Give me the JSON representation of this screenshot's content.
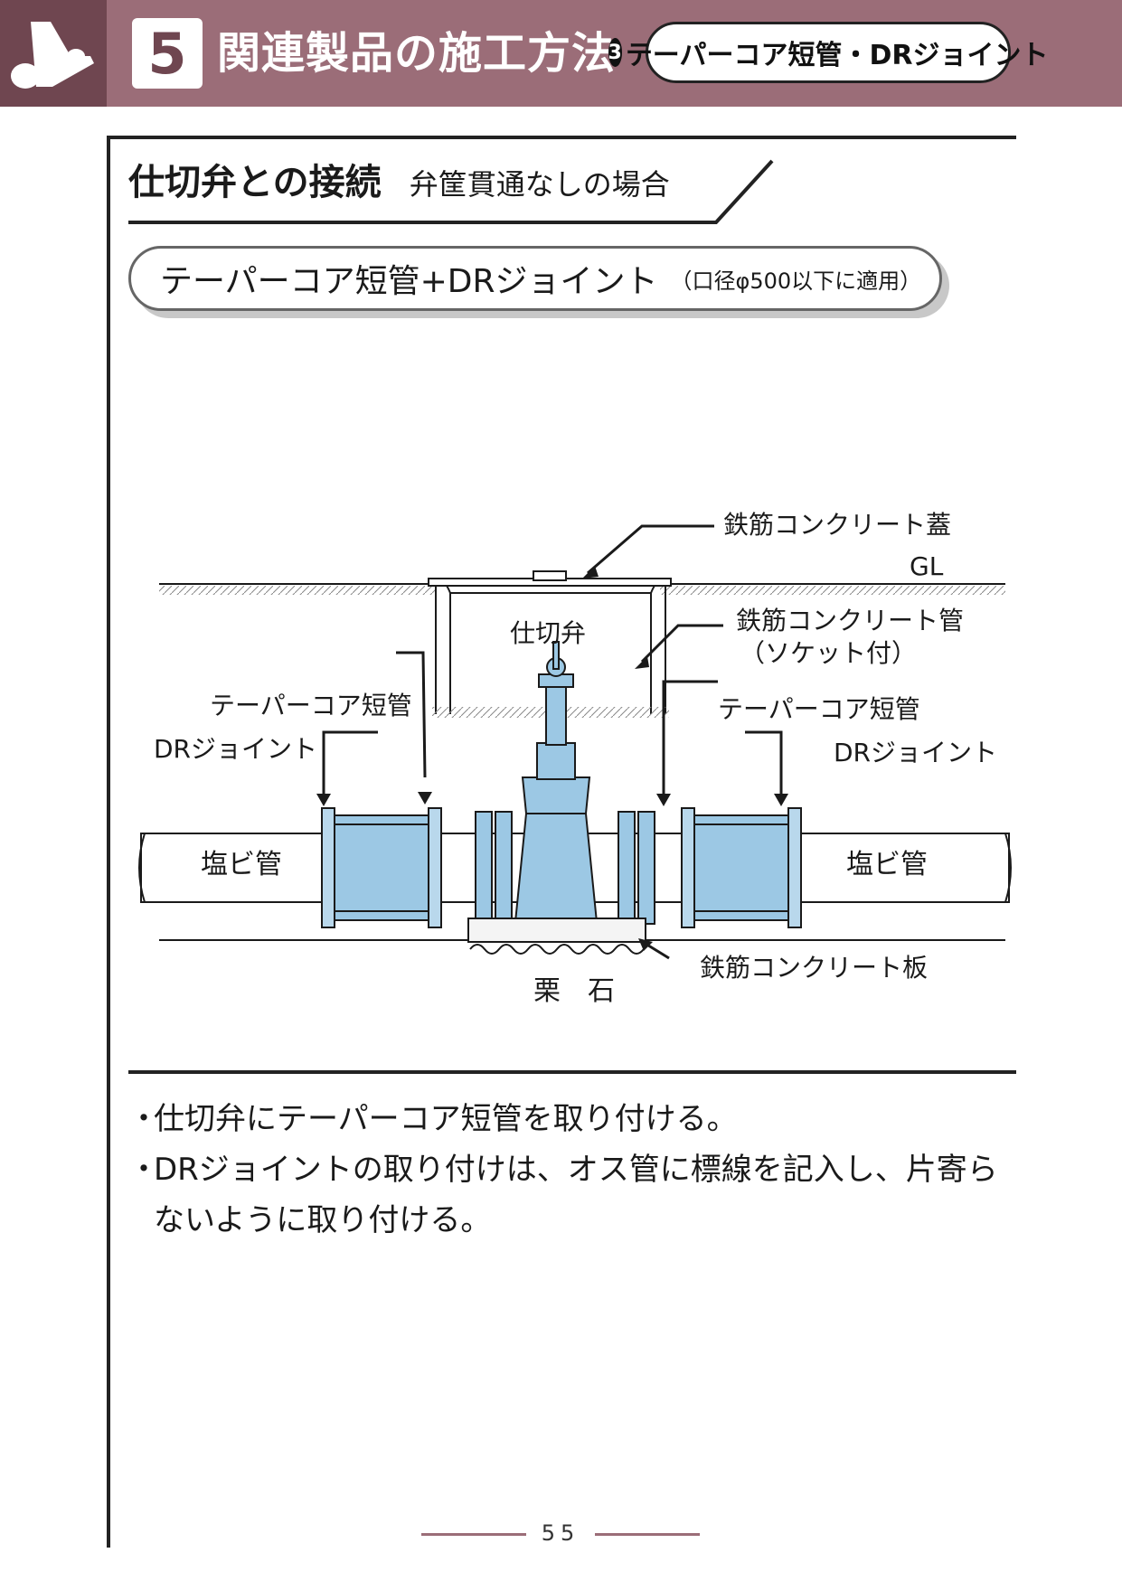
{
  "header": {
    "chapter_number": "5",
    "chapter_title": "関連製品の施工方法",
    "section_number": "3",
    "section_label": "テーパーコア短管・DRジョイント",
    "accent_color": "#9b6d78",
    "accent_dark": "#6f4650"
  },
  "section": {
    "title": "仕切弁との接続",
    "subtitle": "弁筐貫通なしの場合"
  },
  "subheading": {
    "title": "テーパーコア短管+DRジョイント",
    "note": "（口径φ500以下に適用）"
  },
  "diagram": {
    "labels": {
      "lid": "鉄筋コンクリート蓋",
      "gl": "GL",
      "valve": "仕切弁",
      "concrete_pipe": "鉄筋コンクリート管",
      "socket": "（ソケット付）",
      "taper_left": "テーパーコア短管",
      "dr_left": "DRジョイント",
      "taper_right": "テーパーコア短管",
      "dr_right": "DRジョイント",
      "pvc_left": "塩ビ管",
      "pvc_right": "塩ビ管",
      "slab": "鉄筋コンクリート板",
      "gravel": "栗　石"
    },
    "colors": {
      "fitting": "#9cc8e4",
      "line": "#1a1a1a"
    }
  },
  "notes": [
    "仕切弁にテーパーコア短管を取り付ける。",
    "DRジョイントの取り付けは、オス管に標線を記入し、片寄らないように取り付ける。"
  ],
  "notes_bullet": "・",
  "footer": {
    "page_number": "55"
  }
}
